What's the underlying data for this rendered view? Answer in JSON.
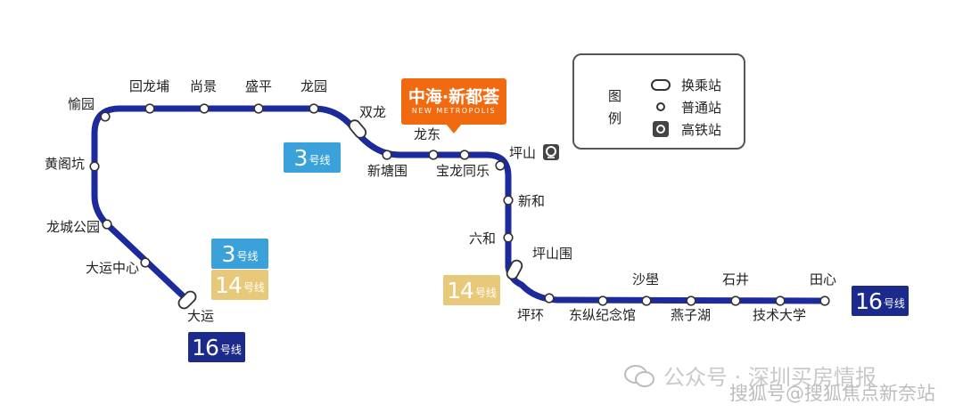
{
  "stations": {
    "yuyuan": "愉园",
    "huilongpu": "回龙埔",
    "shangjing": "尚景",
    "shengping": "盛平",
    "longyuan": "龙园",
    "shuanglong": "双龙",
    "xintangwei": "新塘围",
    "longdong": "龙东",
    "baolongtongle": "宝龙同乐",
    "pingshan": "坪山",
    "xinhe": "新和",
    "liuhe": "六和",
    "pingshanwei": "坪山围",
    "pinghuan": "坪环",
    "dongzongjinianguan": "东纵纪念馆",
    "shalei": "沙壆",
    "yanzihu": "燕子湖",
    "shijing": "石井",
    "jishudaxue": "技术大学",
    "tianxin": "田心",
    "huanggekeng": "黄阁坑",
    "longchenggongyuan": "龙城公园",
    "dayunzhongxin": "大运中心",
    "dayun": "大运"
  },
  "badges": {
    "line3_a": {
      "num": "3",
      "suffix": "号线",
      "color": "#3aa1db"
    },
    "line3_b": {
      "num": "3",
      "suffix": "号线",
      "color": "#3aa1db"
    },
    "line14_a": {
      "num": "14",
      "suffix": "号线",
      "color": "#e8c97a"
    },
    "line14_b": {
      "num": "14",
      "suffix": "号线",
      "color": "#e8c97a"
    },
    "line16_a": {
      "num": "16",
      "suffix": "号线",
      "color": "#1c2a8e"
    },
    "line16_b": {
      "num": "16",
      "suffix": "号线",
      "color": "#1c2a8e"
    }
  },
  "legend": {
    "title": "图例",
    "transfer": "换乘站",
    "normal": "普通站",
    "hsr": "高铁站"
  },
  "callout": {
    "name": "中海·新都荟",
    "english": "NEW METROPOLIS",
    "color": "#f26a10"
  },
  "line_color": "#1c2a9c",
  "watermark": {
    "text": "公众号 · 深圳买房情报",
    "text2": "搜狐号@搜狐焦点新奈站"
  },
  "icons": [
    "high-speed-rail-icon",
    "wechat-icon"
  ]
}
